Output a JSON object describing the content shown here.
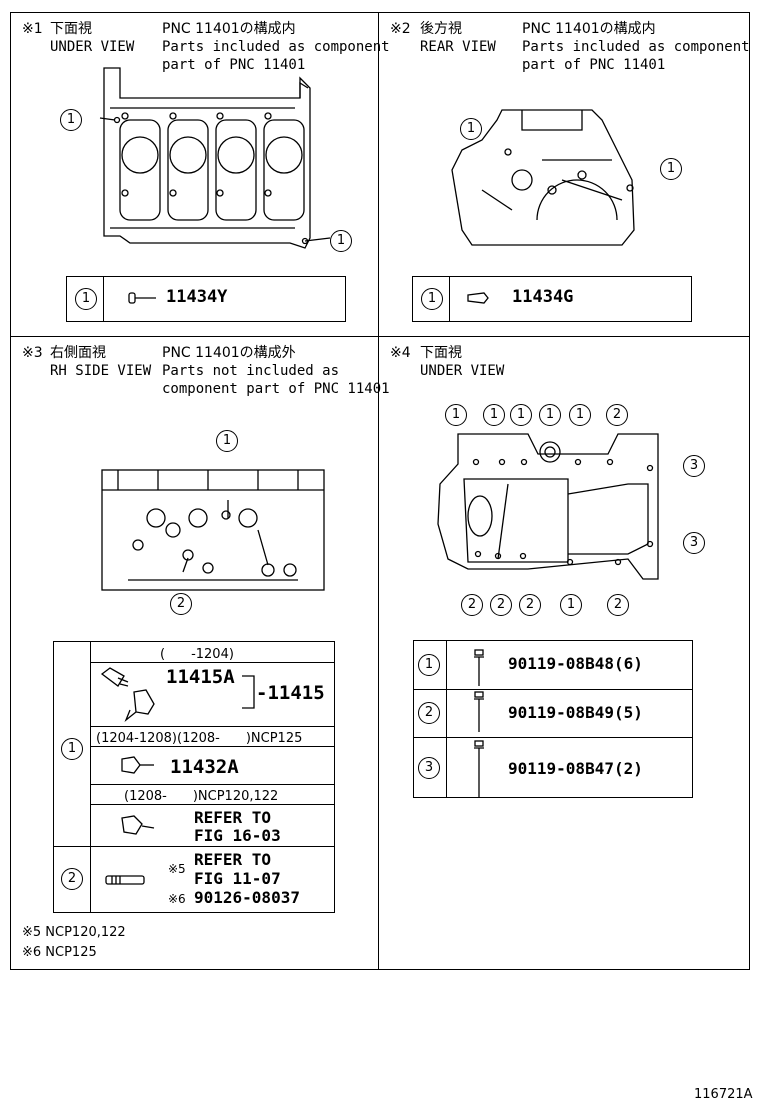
{
  "panel1": {
    "mark": "※1",
    "title_jp": "下面視",
    "title_en": "UNDER VIEW",
    "pnc_jp": "PNC 11401の構成内",
    "desc_1": "Parts included as component",
    "desc_2": "part of PNC 11401",
    "callout": "1",
    "table_ref": "1",
    "table_part": "11434Y"
  },
  "panel2": {
    "mark": "※2",
    "title_jp": "後方視",
    "title_en": "REAR VIEW",
    "pnc_jp": "PNC 11401の構成内",
    "desc_1": "Parts included as component",
    "desc_2": "part of PNC 11401",
    "callout": "1",
    "table_ref": "1",
    "table_part": "11434G"
  },
  "panel3": {
    "mark": "※3",
    "title_jp": "右側面視",
    "title_en": "RH SIDE VIEW",
    "pnc_jp": "PNC 11401の構成外",
    "desc_1": "Parts not included as",
    "desc_2": "component part of PNC 11401",
    "callout_1": "1",
    "callout_2": "2",
    "table": {
      "ref_1": "1",
      "ref_2": "2",
      "date_1": "(　　-1204)",
      "part_a": "11415A",
      "part_group": "-11415",
      "date_2": "(1204-1208)(1208-　　)NCP125",
      "part_b": "11432A",
      "date_3": "(1208-　　)NCP120,122",
      "refer_1a": "REFER TO",
      "refer_1b": "FIG 16-03",
      "mark_5": "※5",
      "refer_2a": "REFER TO",
      "refer_2b": "FIG 11-07",
      "mark_6": "※6",
      "part_c": "90126-08037"
    },
    "note_5": "※5 NCP120,122",
    "note_6": "※6 NCP125"
  },
  "panel4": {
    "mark": "※4",
    "title_jp": "下面視",
    "title_en": "UNDER VIEW",
    "c1": "1",
    "c2": "2",
    "c3": "3",
    "table": [
      {
        "ref": "1",
        "part": "90119-08B48(6)"
      },
      {
        "ref": "2",
        "part": "90119-08B49(5)"
      },
      {
        "ref": "3",
        "part": "90119-08B47(2)"
      }
    ]
  },
  "figure_ref": "116721A"
}
